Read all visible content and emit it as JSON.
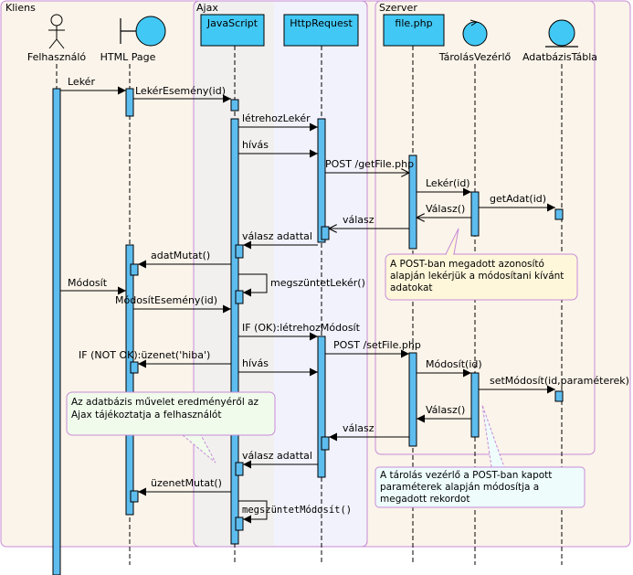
{
  "regions": {
    "kliens": "Kliens",
    "ajax": "Ajax",
    "szerver": "Szerver"
  },
  "actors": {
    "felhasznalo": "Felhasználó",
    "html_page": "HTML Page",
    "tarolas_vezerlo": "TárolásVezérlő",
    "adatbazis_tabla": "AdatbázisTábla"
  },
  "lifeline_boxes": {
    "javascript": "JavaScript",
    "httprequest": "HttpRequest",
    "file_php": "file.php"
  },
  "messages": {
    "leker": "Lekér",
    "leker_esemeny": "LekérEsemény(id)",
    "letrehoz_leker": "létrehozLekér",
    "hivas_1": "hívás",
    "post_getfile": "POST /getFile.php",
    "leker_id": "Lekér(id)",
    "get_adat": "getAdat(id)",
    "valasz_1": "Válasz()",
    "valasz_2": "válasz",
    "valasz_adattal_1": "válasz adattal",
    "adat_mutat": "adatMutat()",
    "megszuntet_leker": "megszüntetLekér()",
    "modosit": "Módosít",
    "modosit_esemeny": "MódosítEsemény(id)",
    "if_ok": "IF (OK):létrehozMódosít",
    "post_setfile": "POST /setFile.php",
    "if_not_ok": "IF (NOT OK):üzenet('hiba')",
    "hivas_2": "hívás",
    "modosit_id": "Módosít(id)",
    "set_modosit": "setMódosít(id,paraméterek)",
    "valasz_3": "Válasz()",
    "valasz_4": "válasz",
    "valasz_adattal_2": "válasz adattal",
    "uzenet_mutat": "üzenetMutat()",
    "megszuntet_modosit": "megszüntetMódosít()"
  },
  "notes": {
    "note1": [
      "A POST-ban megadott azonosító",
      "alapján lekérjük a módosítani kívánt",
      "adatokat"
    ],
    "note2": [
      "Az adatbázis művelet eredményéről az",
      "Ajax tájékoztatja a felhasználót"
    ],
    "note3": [
      "A tárolás vezérlő a POST-ban kapott",
      "paraméterek alapján módosítja a",
      "megadott rekordot"
    ]
  },
  "colors": {
    "kliens_bg": "#fbf4ea",
    "region_border": "#c78bd8",
    "ajax_bg": "#f1f0ef",
    "http_bg": "#f2f2fd",
    "activation": "#5ebdef",
    "header_box": "#42c8f4",
    "note1_bg": "#fff7da",
    "note_green_bg": "#f1fbec",
    "note3_bg": "#eefcfc"
  }
}
